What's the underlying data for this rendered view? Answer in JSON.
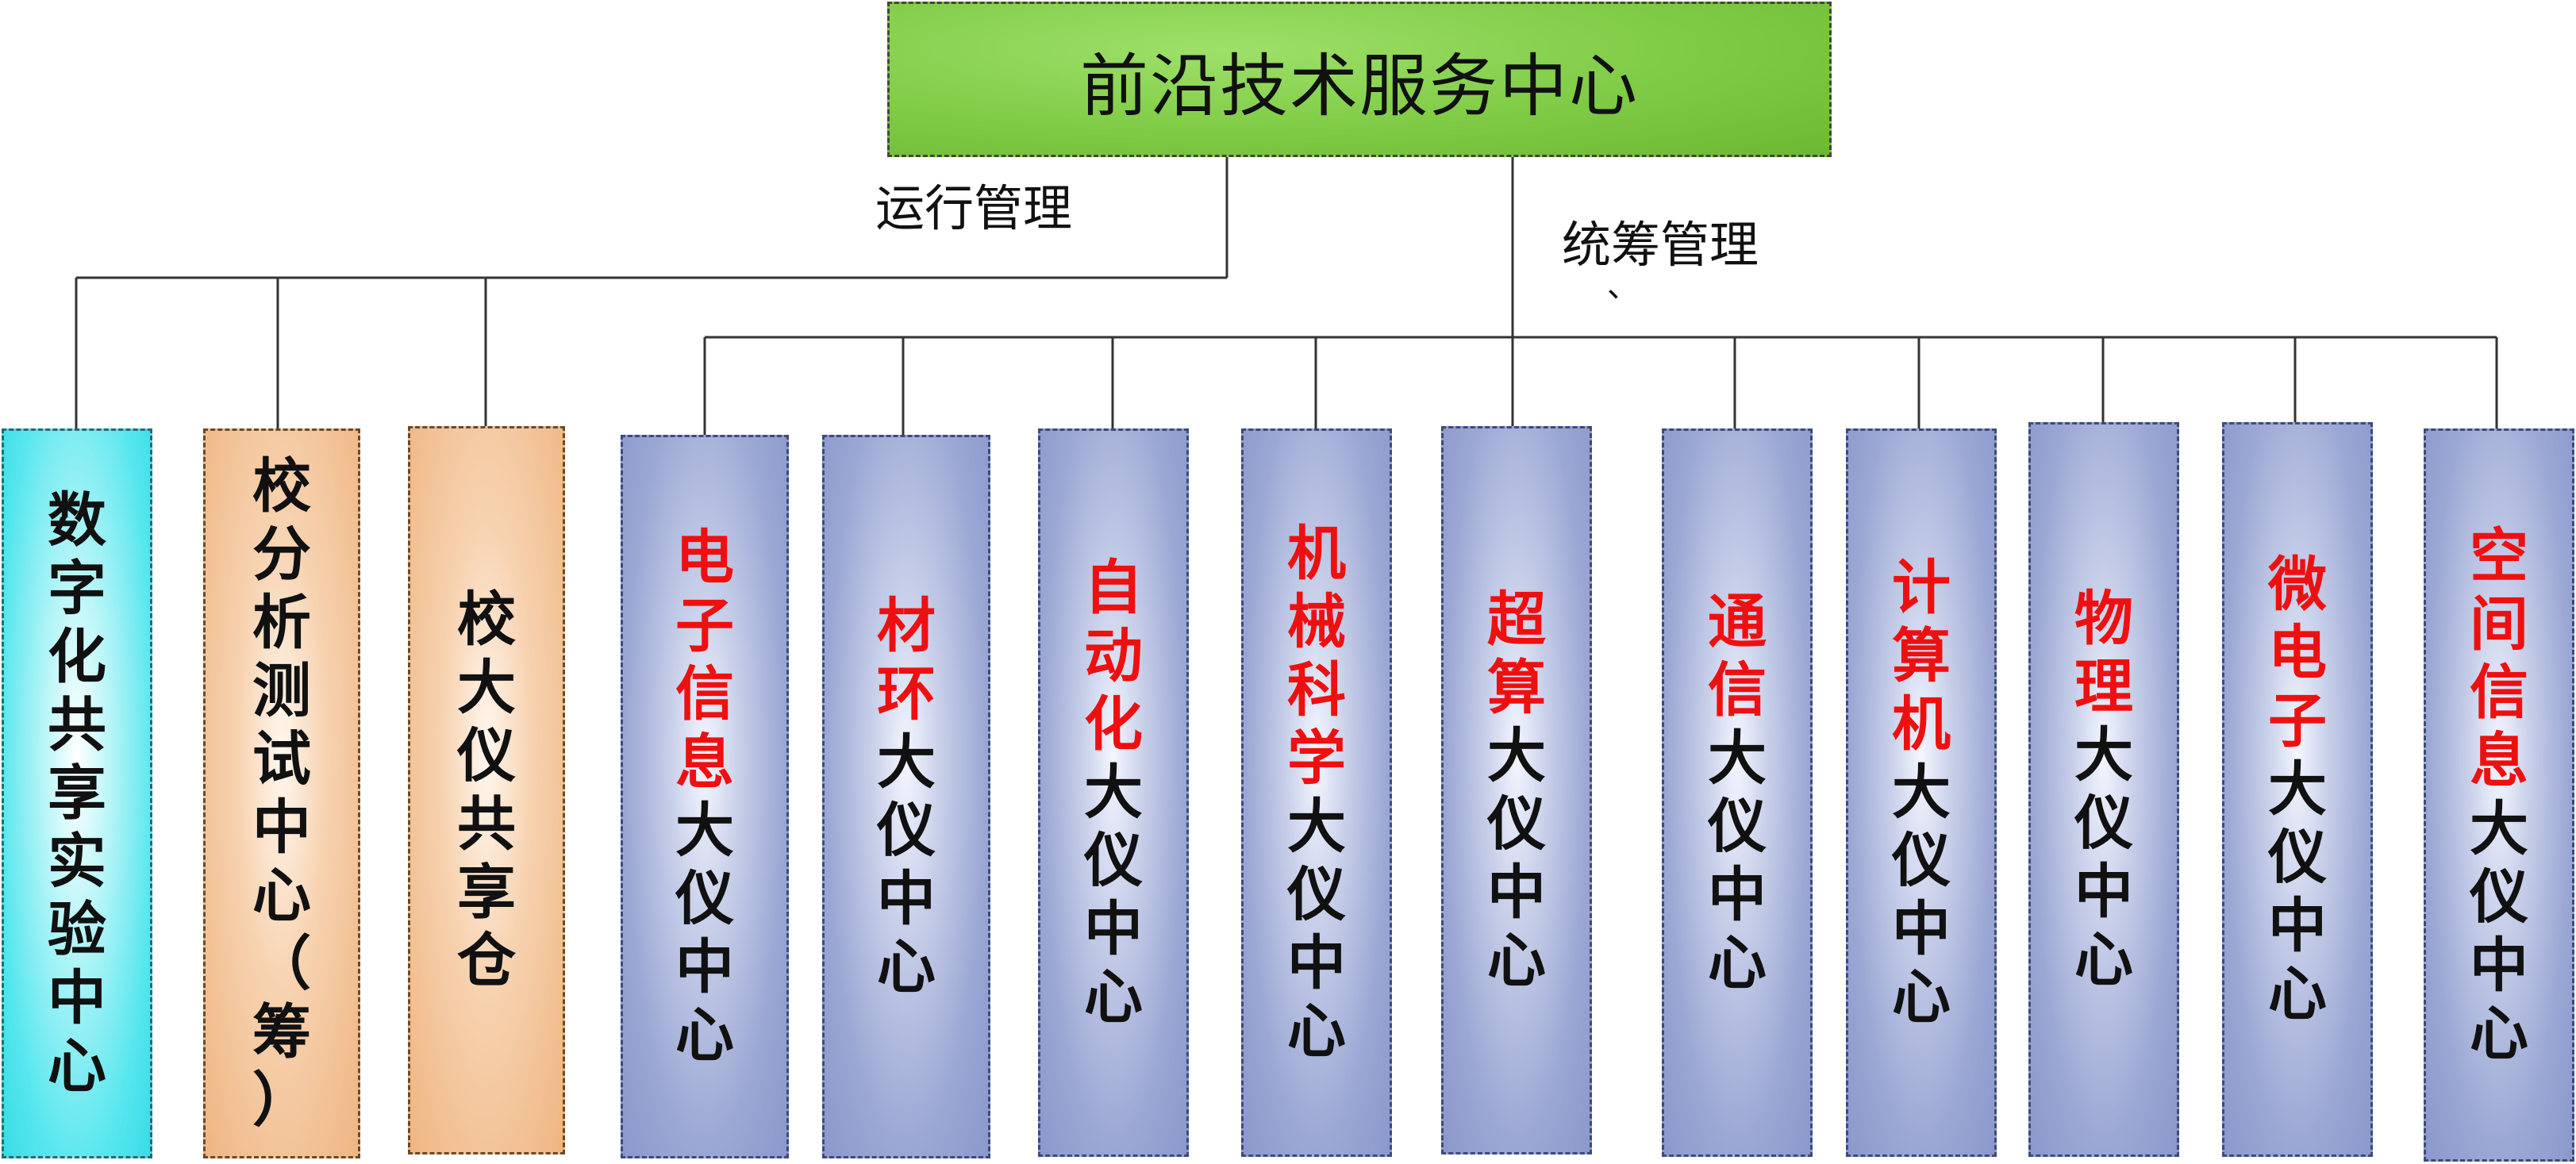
{
  "root": {
    "title": "前沿技术服务中心"
  },
  "edges": {
    "left_label": "运行管理",
    "right_label": "统筹管理",
    "tick": "、"
  },
  "left_units": [
    {
      "id": "digital",
      "red": "",
      "black": "数字化共享实验中心",
      "style": "cyan"
    },
    {
      "id": "analysis",
      "red": "",
      "black": "校分析测试中心（筹）",
      "style": "orange"
    },
    {
      "id": "sharehouse",
      "red": "",
      "black": "校大仪共享仓",
      "style": "orange"
    }
  ],
  "right_units": [
    {
      "id": "electronic-info",
      "red": "电子信息",
      "black": "大仪中心"
    },
    {
      "id": "materials-env",
      "red": "材环",
      "black": "大仪中心"
    },
    {
      "id": "automation",
      "red": "自动化",
      "black": "大仪中心"
    },
    {
      "id": "mechanical",
      "red": "机械科学",
      "black": "大仪中心"
    },
    {
      "id": "supercomputing",
      "red": "超算",
      "black": "大仪中心"
    },
    {
      "id": "communication",
      "red": "通信",
      "black": "大仪中心"
    },
    {
      "id": "computer",
      "red": "计算机",
      "black": "大仪中心"
    },
    {
      "id": "physics",
      "red": "物理",
      "black": "大仪中心"
    },
    {
      "id": "microelectronics",
      "red": "微电子",
      "black": "大仪中心"
    },
    {
      "id": "space-info",
      "red": "空间信息",
      "black": "大仪中心"
    }
  ],
  "colors": {
    "red_text": "#ee1010",
    "blue_box": "#9aa6d3",
    "orange_box": "#efb582",
    "cyan_box": "#3adbe6",
    "root_box": "#7fcb45"
  }
}
